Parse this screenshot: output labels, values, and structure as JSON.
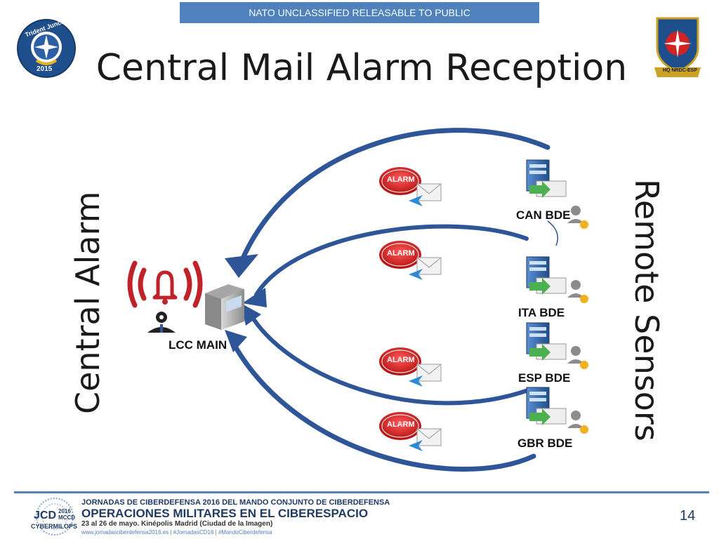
{
  "header": {
    "banner": "NATO UNCLASSIFIED RELEASABLE TO PUBLIC",
    "title": "Central Mail Alarm Reception"
  },
  "logos": {
    "left": {
      "ring_text": "Trident Juncture",
      "year": "2015"
    },
    "right": {
      "text": "HQ NRDC-ESP"
    }
  },
  "diagram": {
    "central_label": "Central Alarm",
    "remote_label": "Remote Sensors",
    "main_node": {
      "label": "LCC MAIN"
    },
    "remote_nodes": [
      {
        "label": "CAN BDE"
      },
      {
        "label": "ITA BDE"
      },
      {
        "label": "ESP BDE"
      },
      {
        "label": "GBR BDE"
      }
    ],
    "alarm_badge_text": "ALARM",
    "colors": {
      "arrow": "#2e5597",
      "alarm": "#d71c1c",
      "bell": "#c0222a"
    }
  },
  "footer": {
    "logo_text_1": "JCD",
    "logo_year": "2016",
    "logo_sub": "MCCD",
    "logo_text_2": "CYBERMILOPS",
    "line1": "JORNADAS DE CIBERDEFENSA 2016 DEL MANDO CONJUNTO DE CIBERDEFENSA",
    "line2": "OPERACIONES MILITARES EN EL CIBERESPACIO",
    "line3": "23 al 26 de mayo. Kinépolis Madrid (Ciudad de la Imagen)",
    "line4": "www.jornadasciberdefensa2016.es  |  #JornadasCD16  |  #MandoCiberdefensa",
    "page_number": "14"
  }
}
